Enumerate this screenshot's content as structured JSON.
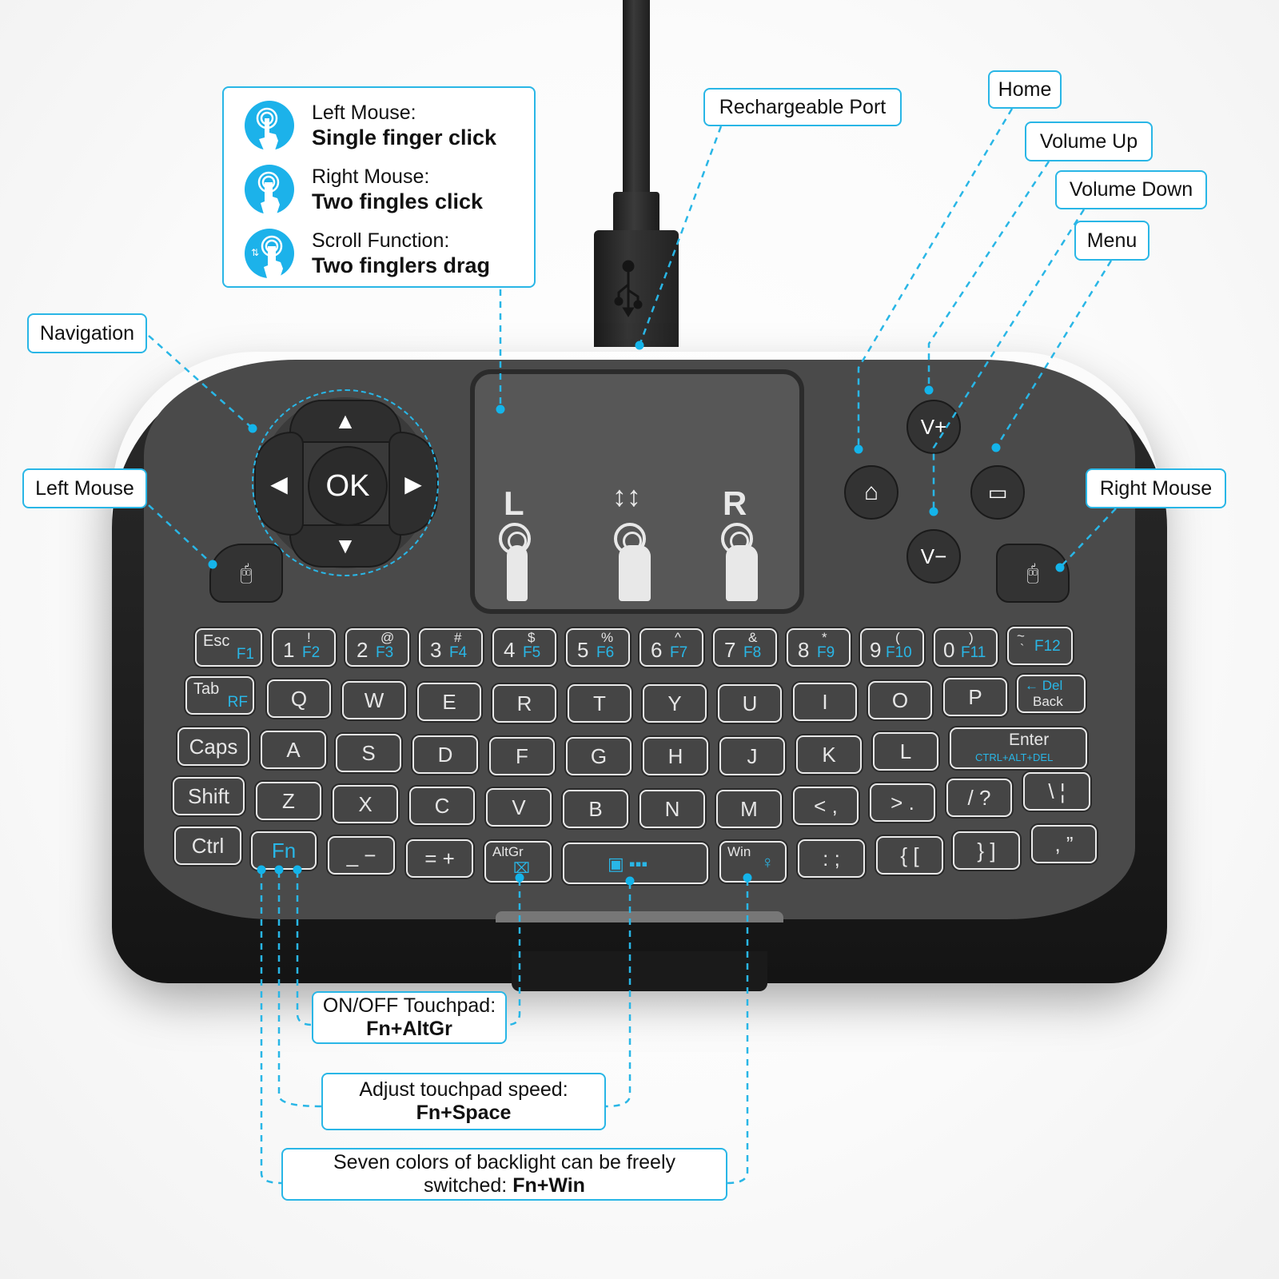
{
  "accent_color": "#29b6e6",
  "info_box": {
    "items": [
      {
        "icon": "single-finger-tap-icon",
        "label": "Left Mouse:",
        "action": "Single finger click"
      },
      {
        "icon": "two-finger-tap-icon",
        "label": "Right Mouse:",
        "action": "Two fingles click"
      },
      {
        "icon": "two-finger-scroll-icon",
        "label": "Scroll Function:",
        "action": "Two finglers drag"
      }
    ]
  },
  "callouts": {
    "rechargeable_port": "Rechargeable Port",
    "home": "Home",
    "volume_up": "Volume Up",
    "volume_down": "Volume Down",
    "menu": "Menu",
    "navigation": "Navigation",
    "left_mouse": "Left Mouse",
    "right_mouse": "Right Mouse",
    "touchpad_toggle": {
      "line1": "ON/OFF Touchpad:",
      "line2": "Fn+AltGr"
    },
    "touchpad_speed": {
      "line1": "Adjust touchpad speed:",
      "line2": "Fn+Space"
    },
    "backlight": {
      "line1": "Seven colors of backlight can be freely",
      "line2_prefix": "switched: ",
      "line2_bold": "Fn+Win"
    }
  },
  "touchpad": {
    "left_label": "L",
    "scroll_label": "↕↕",
    "right_label": "R"
  },
  "dpad": {
    "ok": "OK",
    "up": "▲",
    "down": "▼",
    "left": "◀",
    "right": "▶"
  },
  "media_buttons": {
    "volume_up": "V+",
    "volume_down": "V−",
    "home": "⌂",
    "menu": "▭"
  },
  "mouse_buttons": {
    "left": "🖰",
    "right": "🖰"
  },
  "keyboard": {
    "row1": [
      {
        "main": "Esc",
        "sub": "F1"
      },
      {
        "main": "1",
        "top": "!",
        "sub": "F2"
      },
      {
        "main": "2",
        "top": "@",
        "sub": "F3"
      },
      {
        "main": "3",
        "top": "#",
        "sub": "F4"
      },
      {
        "main": "4",
        "top": "$",
        "sub": "F5"
      },
      {
        "main": "5",
        "top": "%",
        "sub": "F6"
      },
      {
        "main": "6",
        "top": "^",
        "sub": "F7"
      },
      {
        "main": "7",
        "top": "&",
        "sub": "F8"
      },
      {
        "main": "8",
        "top": "*",
        "sub": "F9"
      },
      {
        "main": "9",
        "top": "(",
        "sub": "F10"
      },
      {
        "main": "0",
        "top": ")",
        "sub": "F11"
      },
      {
        "main": "`",
        "top": "~",
        "sub": "F12"
      }
    ],
    "row2": [
      {
        "main": "Tab",
        "sub": "RF"
      },
      {
        "main": "Q"
      },
      {
        "main": "W"
      },
      {
        "main": "E"
      },
      {
        "main": "R"
      },
      {
        "main": "T"
      },
      {
        "main": "Y"
      },
      {
        "main": "U"
      },
      {
        "main": "I"
      },
      {
        "main": "O"
      },
      {
        "main": "P"
      },
      {
        "main": "Back",
        "top": "← Del"
      }
    ],
    "row3": [
      {
        "main": "Caps"
      },
      {
        "main": "A"
      },
      {
        "main": "S"
      },
      {
        "main": "D"
      },
      {
        "main": "F"
      },
      {
        "main": "G"
      },
      {
        "main": "H"
      },
      {
        "main": "J"
      },
      {
        "main": "K"
      },
      {
        "main": "L"
      },
      {
        "main": "Enter",
        "sub": "CTRL+ALT+DEL"
      }
    ],
    "row4": [
      {
        "main": "Shift"
      },
      {
        "main": "Z"
      },
      {
        "main": "X"
      },
      {
        "main": "C"
      },
      {
        "main": "V"
      },
      {
        "main": "B"
      },
      {
        "main": "N"
      },
      {
        "main": "M"
      },
      {
        "main": "< ,"
      },
      {
        "main": "> ."
      },
      {
        "main": "/ ?"
      },
      {
        "main": "\\ ¦"
      }
    ],
    "row5": [
      {
        "main": "Ctrl"
      },
      {
        "main": "Fn"
      },
      {
        "main": "_ −"
      },
      {
        "main": "= +"
      },
      {
        "main": "AltGr"
      },
      {
        "main": ""
      },
      {
        "main": "Win"
      },
      {
        "main": ": ;"
      },
      {
        "main": "{ ["
      },
      {
        "main": "} ]"
      },
      {
        "main": ", ”"
      }
    ]
  }
}
